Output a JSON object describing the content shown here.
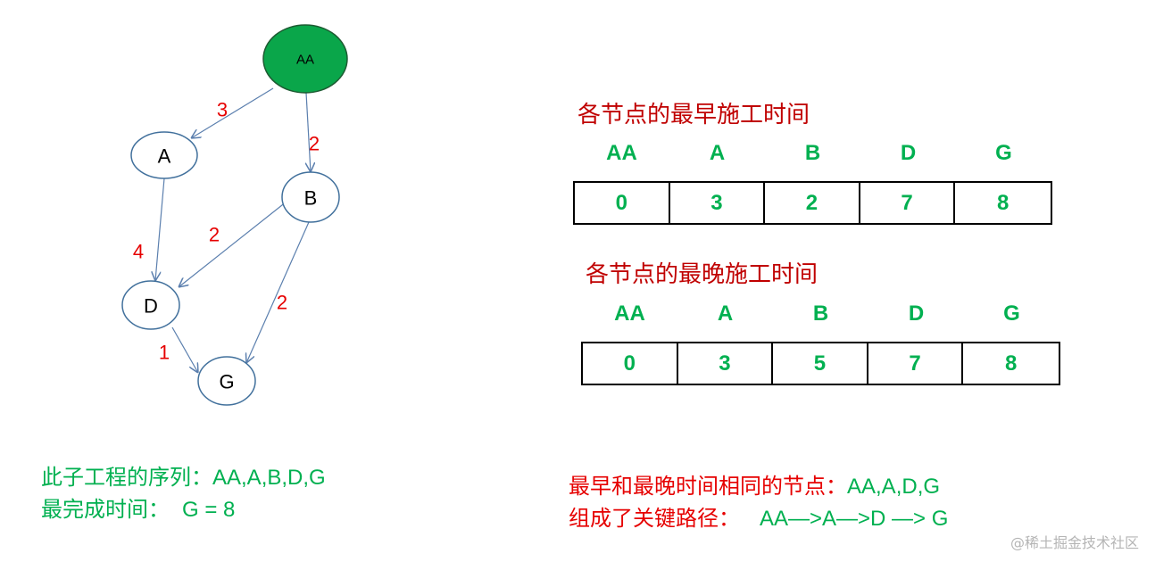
{
  "diagram": {
    "nodes": [
      {
        "id": "AA",
        "label": "AA",
        "highlight": true
      },
      {
        "id": "A",
        "label": "A"
      },
      {
        "id": "B",
        "label": "B"
      },
      {
        "id": "D",
        "label": "D"
      },
      {
        "id": "G",
        "label": "G"
      }
    ],
    "edges": [
      {
        "from": "AA",
        "to": "A",
        "weight": "3"
      },
      {
        "from": "AA",
        "to": "B",
        "weight": "2"
      },
      {
        "from": "A",
        "to": "D",
        "weight": "4"
      },
      {
        "from": "B",
        "to": "D",
        "weight": "2"
      },
      {
        "from": "B",
        "to": "G",
        "weight": "2"
      },
      {
        "from": "D",
        "to": "G",
        "weight": "1"
      }
    ],
    "colors": {
      "highlight_fill": "#0aa64a",
      "node_stroke": "#41709c",
      "edge": "#5b7fae",
      "weight": "#e60000"
    }
  },
  "earliest": {
    "title": "各节点的最早施工时间",
    "headers": [
      "AA",
      "A",
      "B",
      "D",
      "G"
    ],
    "values": [
      "0",
      "3",
      "2",
      "7",
      "8"
    ]
  },
  "latest": {
    "title": "各节点的最晚施工时间",
    "headers": [
      "AA",
      "A",
      "B",
      "D",
      "G"
    ],
    "values": [
      "0",
      "3",
      "5",
      "7",
      "8"
    ]
  },
  "notes_left": {
    "sequence_label": "此子工程的序列：",
    "sequence_value": "AA,A,B,D,G",
    "finish_label": "最完成时间：",
    "finish_value": "G = 8"
  },
  "notes_right": {
    "same_label": "最早和最晚时间相同的节点：",
    "same_value": "AA,A,D,G",
    "path_label": "组成了关键路径：",
    "path_value": "AA—>A—>D —> G"
  },
  "watermark": "@稀土掘金技术社区"
}
